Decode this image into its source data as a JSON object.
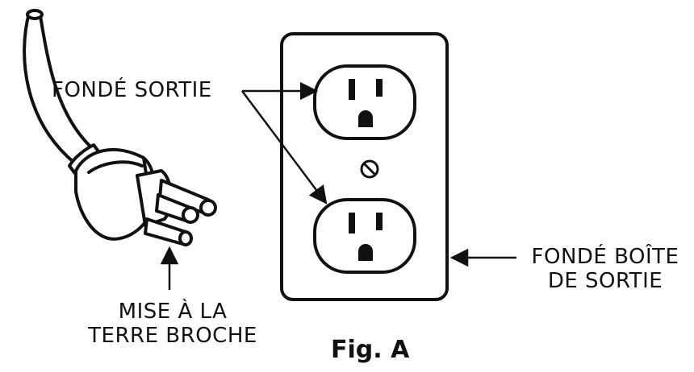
{
  "labels": {
    "grounded_outlet": "FONDÉ SORTIE",
    "grounding_pin_line1": "MISE À LA",
    "grounding_pin_line2": "TERRE BROCHE",
    "grounded_box_line1": "FONDÉ BOÎTE",
    "grounded_box_line2": "DE SORTIE"
  },
  "caption": "Fig. A",
  "colors": {
    "ink": "#111111",
    "background": "#ffffff"
  },
  "icons": [
    "plug-icon",
    "outlet-icon",
    "screw-icon",
    "arrow-icon"
  ]
}
